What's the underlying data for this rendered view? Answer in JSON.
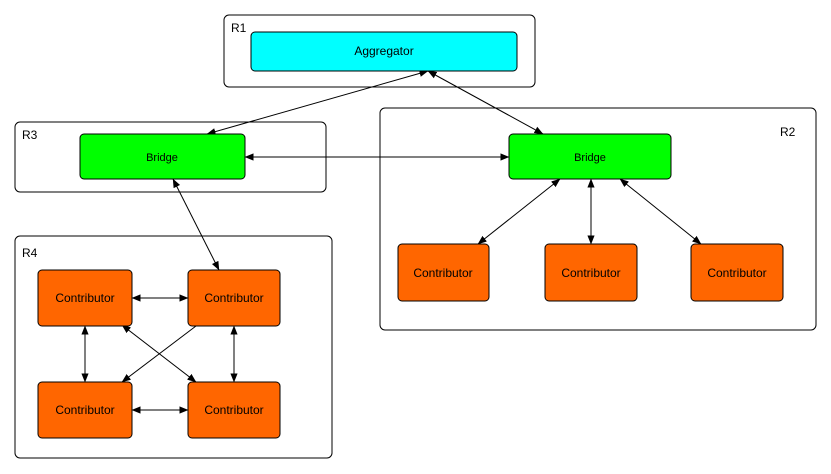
{
  "colors": {
    "aggregator": "#00ffff",
    "bridge": "#00ff00",
    "contributor": "#ff6600",
    "stroke": "#000000"
  },
  "regions": {
    "r1": {
      "label": "R1"
    },
    "r2": {
      "label": "R2"
    },
    "r3": {
      "label": "R3"
    },
    "r4": {
      "label": "R4"
    }
  },
  "nodes": {
    "aggregator": {
      "label": "Aggregator"
    },
    "bridge_r3": {
      "label": "Bridge"
    },
    "bridge_r2": {
      "label": "Bridge"
    },
    "r2_contributor_1": {
      "label": "Contributor"
    },
    "r2_contributor_2": {
      "label": "Contributor"
    },
    "r2_contributor_3": {
      "label": "Contributor"
    },
    "r4_contributor_tl": {
      "label": "Contributor"
    },
    "r4_contributor_tr": {
      "label": "Contributor"
    },
    "r4_contributor_bl": {
      "label": "Contributor"
    },
    "r4_contributor_br": {
      "label": "Contributor"
    }
  },
  "edges": [
    {
      "from": "aggregator",
      "to": "bridge_r3",
      "directed": "both"
    },
    {
      "from": "aggregator",
      "to": "bridge_r2",
      "directed": "both"
    },
    {
      "from": "bridge_r3",
      "to": "bridge_r2",
      "directed": "both"
    },
    {
      "from": "bridge_r3",
      "to": "r4_contributor_tr",
      "directed": "both"
    },
    {
      "from": "bridge_r2",
      "to": "r2_contributor_1",
      "directed": "both"
    },
    {
      "from": "bridge_r2",
      "to": "r2_contributor_2",
      "directed": "both"
    },
    {
      "from": "bridge_r2",
      "to": "r2_contributor_3",
      "directed": "both"
    },
    {
      "from": "r4_contributor_tl",
      "to": "r4_contributor_tr",
      "directed": "both"
    },
    {
      "from": "r4_contributor_bl",
      "to": "r4_contributor_br",
      "directed": "both"
    },
    {
      "from": "r4_contributor_tl",
      "to": "r4_contributor_bl",
      "directed": "both"
    },
    {
      "from": "r4_contributor_tr",
      "to": "r4_contributor_br",
      "directed": "both"
    },
    {
      "from": "r4_contributor_tl",
      "to": "r4_contributor_br",
      "directed": "both"
    },
    {
      "from": "r4_contributor_tr",
      "to": "r4_contributor_bl",
      "directed": "forward"
    }
  ]
}
